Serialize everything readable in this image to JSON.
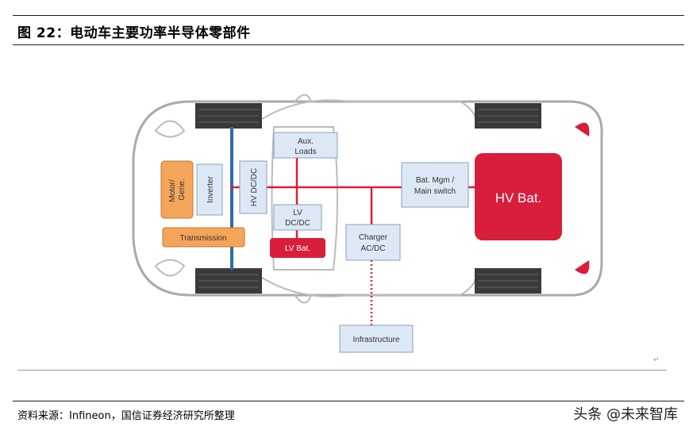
{
  "figure": {
    "title": "图 22：电动车主要功率半导体零部件",
    "source": "资料来源：Infineon，国信证券经济研究所整理",
    "watermark": "头条 @未来智库",
    "corner_mark": "↵"
  },
  "diagram": {
    "nodes": {
      "aux_loads": [
        "Aux.",
        "Loads"
      ],
      "motor_gene": [
        "Motor/",
        "Gene."
      ],
      "inverter": "Inverter",
      "hv_dcdc": "HV DC/DC",
      "lv_dcdc": [
        "LV",
        "DC/DC"
      ],
      "lv_bat": "LV Bat.",
      "charger": [
        "Charger",
        "AC/DC"
      ],
      "bat_mgm": [
        "Bat. Mgm /",
        "Main switch"
      ],
      "hv_bat": "HV Bat.",
      "transmission": "Transmission",
      "infrastructure": "Infrastructure"
    },
    "colors": {
      "orange": "#f5a55a",
      "blue_box": "#dce8f5",
      "red": "#d81e3a",
      "line_blue": "#2e6da4",
      "car_outline": "#aaaaaa",
      "tire": "#3a3a3a"
    }
  }
}
